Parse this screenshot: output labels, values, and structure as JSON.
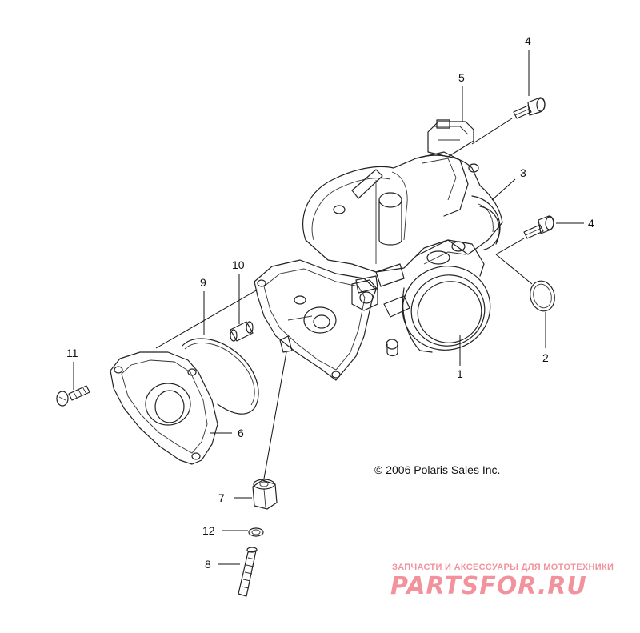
{
  "callouts": [
    {
      "id": "1",
      "text": "1"
    },
    {
      "id": "2",
      "text": "2"
    },
    {
      "id": "3",
      "text": "3"
    },
    {
      "id": "4a",
      "text": "4"
    },
    {
      "id": "4b",
      "text": "4"
    },
    {
      "id": "5",
      "text": "5"
    },
    {
      "id": "6",
      "text": "6"
    },
    {
      "id": "7",
      "text": "7"
    },
    {
      "id": "8",
      "text": "8"
    },
    {
      "id": "9",
      "text": "9"
    },
    {
      "id": "10",
      "text": "10"
    },
    {
      "id": "11",
      "text": "11"
    },
    {
      "id": "12",
      "text": "12"
    }
  ],
  "copyright": "© 2006 Polaris Sales Inc.",
  "watermark": {
    "tagline": "ЗАПЧАСТИ И АКСЕССУАРЫ ДЛЯ МОТОТЕХНИКИ",
    "brand": "PARTSFOR.RU",
    "color": "#e8384a"
  }
}
